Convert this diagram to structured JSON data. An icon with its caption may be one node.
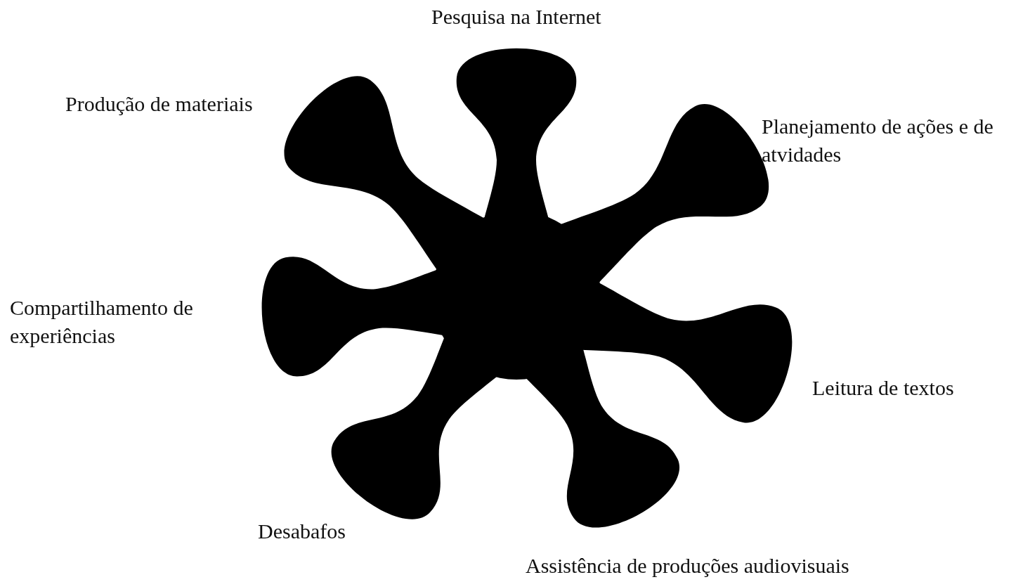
{
  "diagram": {
    "labels": [
      "Pesquisa na Internet",
      "Produção de materiais",
      "Planejamento de ações e de atvidades",
      "Compartilhamento de experiências",
      "Leitura de textos",
      "Desabafos",
      "Assistência de produções audiovisuais"
    ]
  }
}
